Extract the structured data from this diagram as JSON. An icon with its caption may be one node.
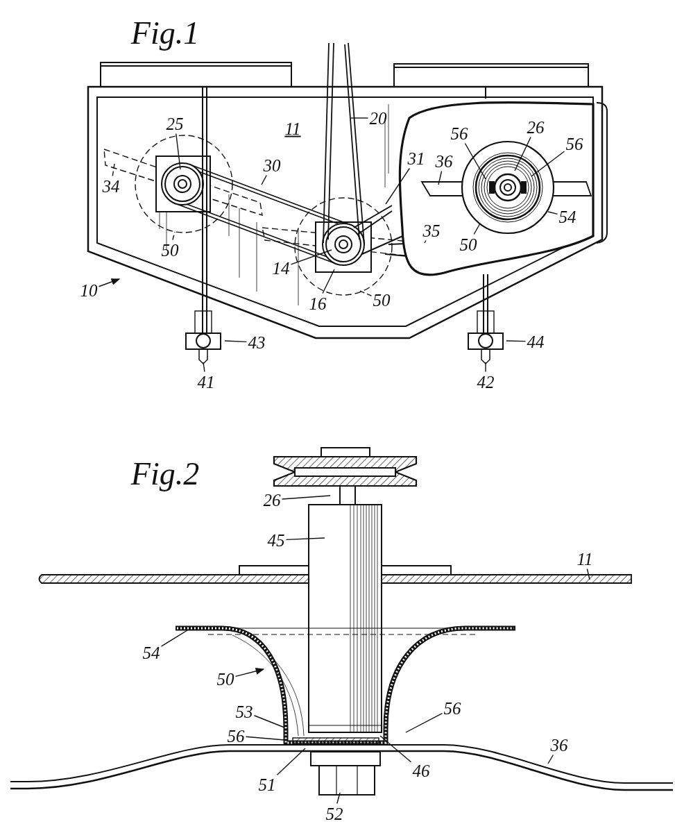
{
  "diagram": {
    "nodes": [
      {
        "text": [
          "25"
        ]
      },
      {
        "text": [
          "20"
        ]
      },
      {
        "text": [
          "30"
        ]
      },
      {
        "text": [
          "34"
        ]
      },
      {
        "text": [
          "31"
        ]
      },
      {
        "text": [
          "56"
        ]
      },
      {
        "text": [
          "26"
        ]
      },
      {
        "text": [
          "56"
        ]
      },
      {
        "text": [
          "36"
        ]
      },
      {
        "text": [
          "50"
        ]
      },
      {
        "text": [
          "54"
        ]
      },
      {
        "text": [
          "35"
        ]
      },
      {
        "text": [
          "14"
        ]
      },
      {
        "text": [
          "50"
        ]
      },
      {
        "text": [
          "16"
        ]
      },
      {
        "text": [
          "50"
        ]
      },
      {
        "text": [
          "10"
        ]
      },
      {
        "text": [
          "43"
        ]
      },
      {
        "text": [
          "44"
        ]
      },
      {
        "text": [
          "41"
        ]
      },
      {
        "text": [
          "42"
        ]
      },
      {
        "text": [
          "26"
        ]
      },
      {
        "text": [
          "45"
        ]
      },
      {
        "text": [
          "11"
        ]
      },
      {
        "text": [
          "54"
        ]
      },
      {
        "text": [
          "50"
        ]
      },
      {
        "text": [
          "53"
        ]
      },
      {
        "text": [
          "56"
        ]
      },
      {
        "text": [
          "56"
        ]
      },
      {
        "text": [
          "36"
        ]
      },
      {
        "text": [
          "46"
        ]
      },
      {
        "text": [
          "51"
        ]
      },
      {
        "text": [
          "52"
        ]
      }
    ],
    "edges": [
      {
        "from": 0,
        "to": null,
        "arrow": "none"
      },
      {
        "from": 1,
        "to": null,
        "arrow": "none"
      },
      {
        "from": 2,
        "to": null,
        "arrow": "none"
      },
      {
        "from": 3,
        "to": null,
        "arrow": "none",
        "style": "dashed"
      },
      {
        "from": 4,
        "to": null,
        "arrow": "none"
      },
      {
        "from": 5,
        "to": null,
        "arrow": "none"
      },
      {
        "from": 6,
        "to": null,
        "arrow": "none"
      },
      {
        "from": 7,
        "to": null,
        "arrow": "none"
      },
      {
        "from": 8,
        "to": null,
        "arrow": "none"
      },
      {
        "from": 9,
        "to": null,
        "arrow": "none",
        "style": "dashed"
      },
      {
        "from": 10,
        "to": null,
        "arrow": "none"
      },
      {
        "from": 11,
        "to": null,
        "arrow": "none"
      },
      {
        "from": 12,
        "to": null,
        "arrow": "none"
      },
      {
        "from": 13,
        "to": null,
        "arrow": "none"
      },
      {
        "from": 14,
        "to": null,
        "arrow": "none"
      },
      {
        "from": 15,
        "to": null,
        "arrow": "none",
        "style": "dashed"
      },
      {
        "from": 16,
        "to": null,
        "arrow": "to"
      },
      {
        "from": 17,
        "to": null,
        "arrow": "none"
      },
      {
        "from": 18,
        "to": null,
        "arrow": "none"
      },
      {
        "from": 19,
        "to": null,
        "arrow": "none"
      },
      {
        "from": 20,
        "to": null,
        "arrow": "none"
      },
      {
        "from": 21,
        "to": null,
        "arrow": "none"
      },
      {
        "from": 22,
        "to": null,
        "arrow": "none"
      },
      {
        "from": 23,
        "to": null,
        "arrow": "none"
      },
      {
        "from": 24,
        "to": null,
        "arrow": "none"
      },
      {
        "from": 25,
        "to": null,
        "arrow": "to"
      },
      {
        "from": 26,
        "to": null,
        "arrow": "none"
      },
      {
        "from": 27,
        "to": null,
        "arrow": "none"
      },
      {
        "from": 28,
        "to": null,
        "arrow": "none"
      },
      {
        "from": 29,
        "to": null,
        "arrow": "none"
      },
      {
        "from": 30,
        "to": null,
        "arrow": "none"
      },
      {
        "from": 31,
        "to": null,
        "arrow": "none"
      },
      {
        "from": 32,
        "to": null,
        "arrow": "none"
      }
    ],
    "labels": [
      "Fig.1",
      "11",
      "Fig.2"
    ]
  }
}
